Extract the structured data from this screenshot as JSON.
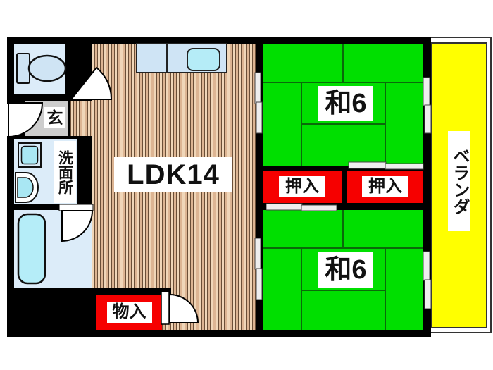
{
  "floor_plan": {
    "rooms": {
      "ldk": {
        "label": "LDK14"
      },
      "japanese_room_top": {
        "label": "和6"
      },
      "japanese_room_bottom": {
        "label": "和6"
      },
      "closet_top": {
        "label": "押入"
      },
      "closet_bottom": {
        "label": "押入"
      },
      "storage": {
        "label": "物入"
      },
      "entrance": {
        "label": "玄"
      },
      "washroom": {
        "label": "洗面所"
      },
      "veranda": {
        "label": "ベランダ"
      }
    },
    "colors": {
      "wall": "#000000",
      "tatami_green": "#00df00",
      "closet_red": "#f60000",
      "veranda_yellow": "#ffff00",
      "wood_floor": "#f0d6b8",
      "wet_room_blue": "#dcecf9",
      "fixture_cyan": "#a9e7f3",
      "entrance_gray": "#cdcdcd"
    }
  }
}
